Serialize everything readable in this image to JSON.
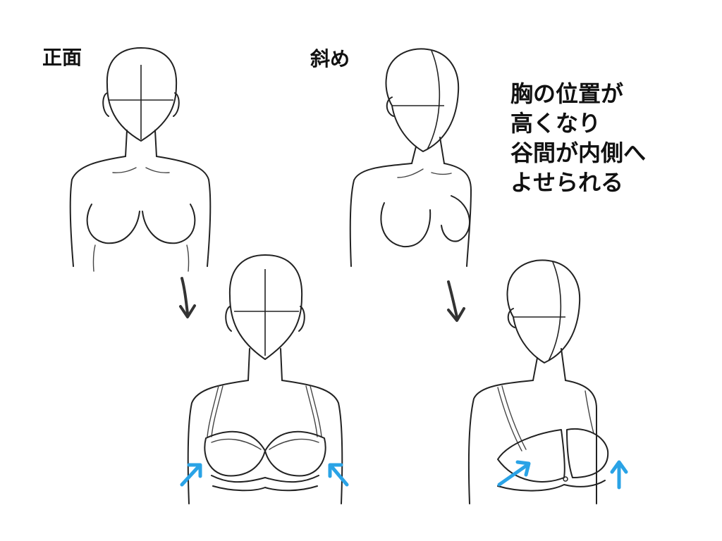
{
  "labels": {
    "front": "正面",
    "oblique": "斜め"
  },
  "caption": {
    "lines": [
      "胸の位置が",
      "高くなり",
      "谷間が内側へ",
      "よせられる"
    ]
  },
  "colors": {
    "line": "#222222",
    "arrow_down": "#333333",
    "arrow_up": "#2aa3e6"
  },
  "icons": [
    "arrow-down-icon",
    "arrow-up-icon"
  ]
}
